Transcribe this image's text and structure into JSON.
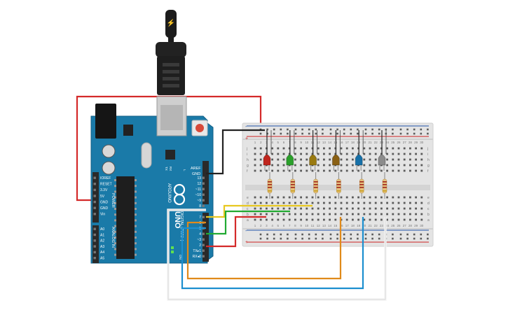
{
  "canvas": {
    "background": "#ffffff"
  },
  "colors": {
    "board": "#1a7aa8",
    "board_edge": "#135f86",
    "breadboard": "#e6e6e6",
    "rail_red": "#cc2222",
    "rail_blue": "#2255aa",
    "wire_red": "#d42a2a",
    "wire_black": "#222222",
    "wire_yellow": "#e8c820",
    "wire_green": "#22aa33",
    "wire_orange": "#e08a1a",
    "wire_blue": "#1c8fcf",
    "wire_white": "#f4f4f4"
  },
  "usb": {
    "icon": "lightning-icon"
  },
  "arduino": {
    "logo_text": "UNO",
    "brand": "ARDUINO",
    "on_label": "ON",
    "tx_label": "TX",
    "rx_label": "RX",
    "l_label": "L",
    "aref_label": "AREF",
    "gnd_label": "GND",
    "power_header": "POWER",
    "analog_header": "ANALOG IN",
    "digital_header": "DIGITAL (PWM~)",
    "power_pins": [
      "IOREF",
      "RESET",
      "3.3V",
      "5V",
      "GND",
      "GND",
      "Vin"
    ],
    "analog_pins": [
      "A0",
      "A1",
      "A2",
      "A3",
      "A4",
      "A5"
    ],
    "digital_pins_upper": [
      "13",
      "12",
      "~11",
      "~10",
      "~9",
      "8"
    ],
    "digital_pins_lower": [
      "7",
      "~6",
      "~5",
      "4",
      "~3",
      "2",
      "TX▸1",
      "RX◂0"
    ]
  },
  "breadboard": {
    "rail_plus": "+",
    "rail_minus": "-",
    "row_letters_top": [
      "j",
      "i",
      "h",
      "g",
      "f"
    ],
    "row_letters_bottom": [
      "e",
      "d",
      "c",
      "b",
      "a"
    ],
    "column_numbers": [
      "1",
      "2",
      "3",
      "4",
      "5",
      "6",
      "7",
      "8",
      "9",
      "10",
      "11",
      "12",
      "13",
      "14",
      "15",
      "16",
      "17",
      "18",
      "19",
      "20",
      "21",
      "22",
      "23",
      "24",
      "25",
      "26",
      "27",
      "28",
      "29",
      "30"
    ]
  },
  "leds": [
    {
      "color": "#c0261e"
    },
    {
      "color": "#2aa02a"
    },
    {
      "color": "#9a7a10"
    },
    {
      "color": "#8a6014"
    },
    {
      "color": "#1670a8"
    },
    {
      "color": "#8c8c8c"
    }
  ]
}
